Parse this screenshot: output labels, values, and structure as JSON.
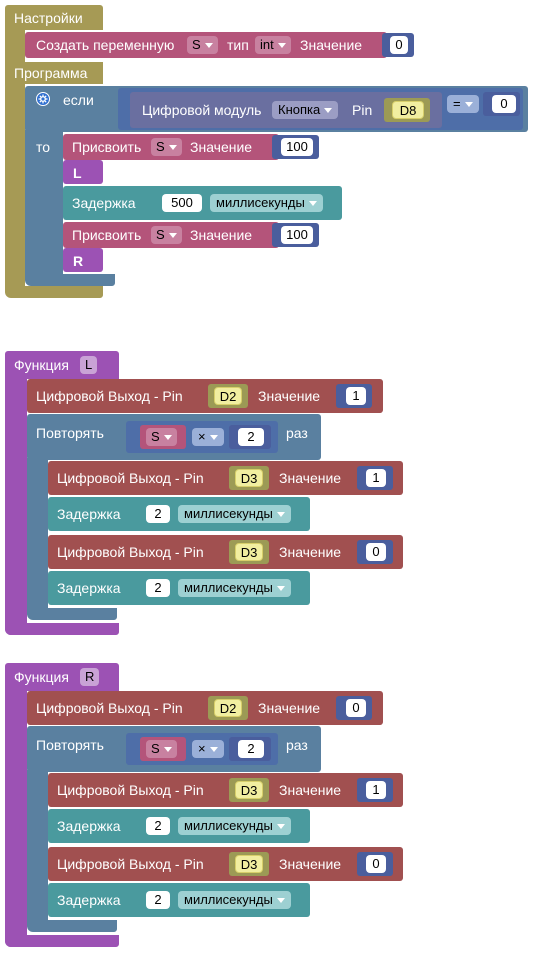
{
  "setup": {
    "title": "Настройки",
    "create_var_label": "Создать переменную",
    "var_name": "S",
    "type_label": "тип",
    "type_value": "int",
    "value_label": "Значение",
    "value": "0"
  },
  "program": {
    "title": "Программа",
    "if_label": "если",
    "then_label": "то",
    "digital_module_label": "Цифровой модуль",
    "module_value": "Кнопка",
    "pin_label": "Pin",
    "pin_value": "D8",
    "compare_op": "=",
    "compare_value": "0",
    "assign1": {
      "label": "Присвоить",
      "var": "S",
      "value_label": "Значение",
      "value": "100"
    },
    "call1": "L",
    "delay": {
      "label": "Задержка",
      "value": "500",
      "unit": "миллисекунды"
    },
    "assign2": {
      "label": "Присвоить",
      "var": "S",
      "value_label": "Значение",
      "value": "100"
    },
    "call2": "R"
  },
  "func_l": {
    "label": "Функция",
    "name": "L",
    "out1": {
      "label": "Цифровой Выход - Pin",
      "pin": "D2",
      "value_label": "Значение",
      "value": "1"
    },
    "repeat": {
      "label": "Повторять",
      "var": "S",
      "op": "×",
      "factor": "2",
      "times": "раз"
    },
    "inner": [
      {
        "kind": "out",
        "label": "Цифровой Выход - Pin",
        "pin": "D3",
        "value_label": "Значение",
        "value": "1"
      },
      {
        "kind": "delay",
        "label": "Задержка",
        "value": "2",
        "unit": "миллисекунды"
      },
      {
        "kind": "out",
        "label": "Цифровой Выход - Pin",
        "pin": "D3",
        "value_label": "Значение",
        "value": "0"
      },
      {
        "kind": "delay",
        "label": "Задержка",
        "value": "2",
        "unit": "миллисекунды"
      }
    ]
  },
  "func_r": {
    "label": "Функция",
    "name": "R",
    "out1": {
      "label": "Цифровой Выход - Pin",
      "pin": "D2",
      "value_label": "Значение",
      "value": "0"
    },
    "repeat": {
      "label": "Повторять",
      "var": "S",
      "op": "×",
      "factor": "2",
      "times": "раз"
    },
    "inner": [
      {
        "kind": "out",
        "label": "Цифровой Выход - Pin",
        "pin": "D3",
        "value_label": "Значение",
        "value": "1"
      },
      {
        "kind": "delay",
        "label": "Задержка",
        "value": "2",
        "unit": "миллисекунды"
      },
      {
        "kind": "out",
        "label": "Цифровой Выход - Pin",
        "pin": "D3",
        "value_label": "Значение",
        "value": "0"
      },
      {
        "kind": "delay",
        "label": "Задержка",
        "value": "2",
        "unit": "миллисекунды"
      }
    ]
  },
  "colors": {
    "setup": "#a69a55",
    "variable": "#b4547a",
    "number": "#4a5e9d",
    "control": "#5a80a0",
    "delay": "#4a9a9e",
    "function": "#9c52b4",
    "digital_out": "#a15050"
  },
  "icons": [
    "gear-icon",
    "chevron-down-icon"
  ]
}
